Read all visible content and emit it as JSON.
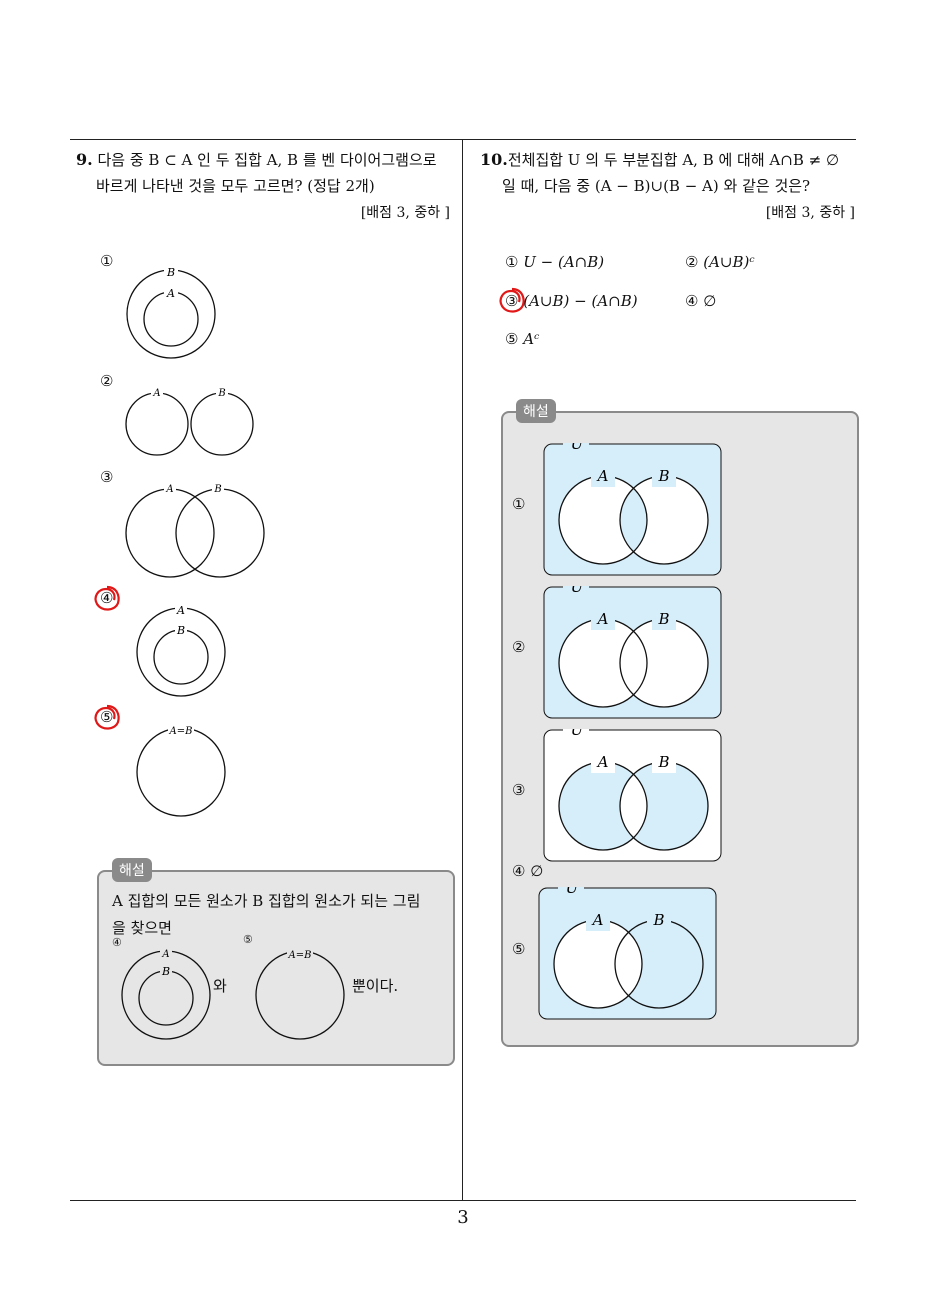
{
  "q9": {
    "number": "9.",
    "line1": "다음 중 B ⊂ A 인 두 집합 A, B 를 벤 다이어그램으로",
    "line2": "바르게 나타낸 것을 모두 고르면? (정답 2개)",
    "meta": "[배점 3,  중하 ]",
    "options": [
      {
        "num": "①",
        "outer": "B",
        "inner": "A"
      },
      {
        "num": "②",
        "left": "A",
        "right": "B"
      },
      {
        "num": "③",
        "left": "A",
        "right": "B"
      },
      {
        "num": "④",
        "outer": "A",
        "inner": "B"
      },
      {
        "num": "⑤",
        "label": "A=B"
      }
    ],
    "solution": {
      "tag": "해설",
      "line1": "A 집합의 모든 원소가 B 집합의 원소가 되는 그림",
      "line2": "을 찾으면",
      "num4": "④",
      "num5": "⑤",
      "outer": "A",
      "inner": "B",
      "eq": "A=B",
      "wa": "와",
      "end": "뿐이다."
    }
  },
  "q10": {
    "number": "10.",
    "line1": "전체집합 U 의 두 부분집합 A, B 에 대해 A∩B ≠ ∅",
    "line2": "일 때, 다음 중 (A − B)∪(B − A) 와 같은 것은?",
    "meta": "[배점 3,  중하 ]",
    "options": [
      {
        "num": "①",
        "text": "U − (A∩B)"
      },
      {
        "num": "②",
        "text": "(A∪B)ᶜ"
      },
      {
        "num": "③",
        "text": "(A∪B) − (A∩B)"
      },
      {
        "num": "④",
        "text": "∅"
      },
      {
        "num": "⑤",
        "text": "Aᶜ"
      }
    ],
    "solution": {
      "tag": "해설",
      "nums": [
        "①",
        "②",
        "③",
        "④ ∅",
        "⑤"
      ],
      "U": "U",
      "A": "A",
      "B": "B"
    }
  },
  "page_number": "3",
  "colors": {
    "shade": "#d6eefa",
    "box": "#e6e6e6",
    "mark": "#e01818"
  }
}
